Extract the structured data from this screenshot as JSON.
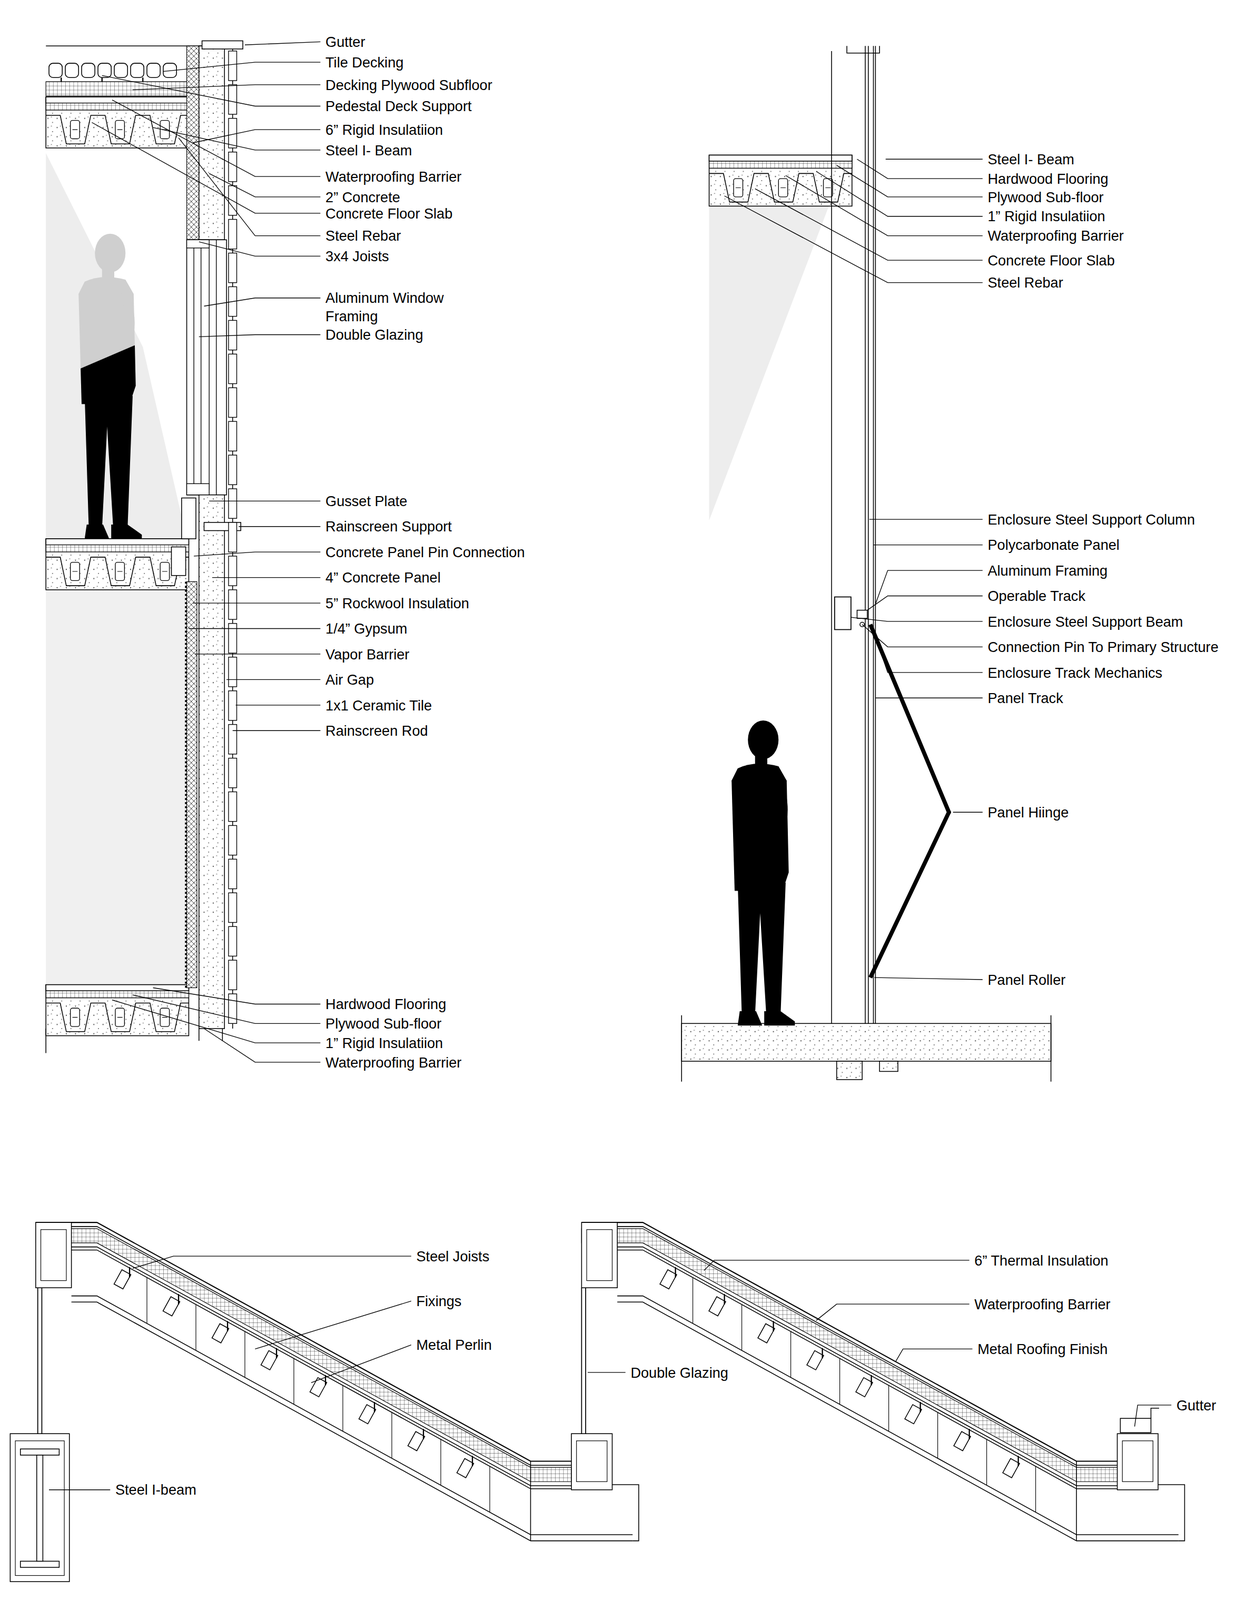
{
  "diagram": {
    "labels": [
      "Gutter",
      "Tile Decking",
      "Decking Plywood Subfloor",
      "Pedestal Deck Support",
      "6” Rigid Insulatiion",
      "Steel I- Beam",
      "Waterproofing Barrier",
      "2” Concrete",
      "Concrete Floor Slab",
      "Steel Rebar",
      "3x4 Joists",
      "Aluminum Window Framing",
      "Double Glazing",
      "Gusset Plate",
      "Rainscreen Support",
      "Concrete Panel Pin Connection",
      "4” Concrete Panel",
      "5” Rockwool Insulation",
      "1/4” Gypsum",
      "Vapor Barrier",
      "Air Gap",
      "1x1 Ceramic Tile",
      "Rainscreen Rod",
      "Hardwood Flooring",
      "Plywood Sub-floor",
      "1” Rigid Insulatiion",
      "Waterproofing Barrier",
      "Steel I- Beam",
      "Hardwood Flooring",
      "Plywood Sub-floor",
      "1” Rigid Insulatiion",
      "Waterproofing Barrier",
      "Concrete Floor Slab",
      "Steel Rebar",
      "Enclosure Steel Support Column",
      "Polycarbonate Panel",
      "Aluminum Framing",
      "Operable Track",
      "Enclosure Steel Support Beam",
      "Connection Pin To Primary Structure",
      "Enclosure Track Mechanics",
      "Panel Track",
      "Panel Hiinge",
      "Panel Roller",
      "Steel Joists",
      "Fixings",
      "Metal Perlin",
      "Double Glazing",
      "Steel I-beam",
      "6” Thermal Insulation",
      "Waterproofing Barrier",
      "Metal Roofing Finish",
      "Gutter"
    ]
  }
}
